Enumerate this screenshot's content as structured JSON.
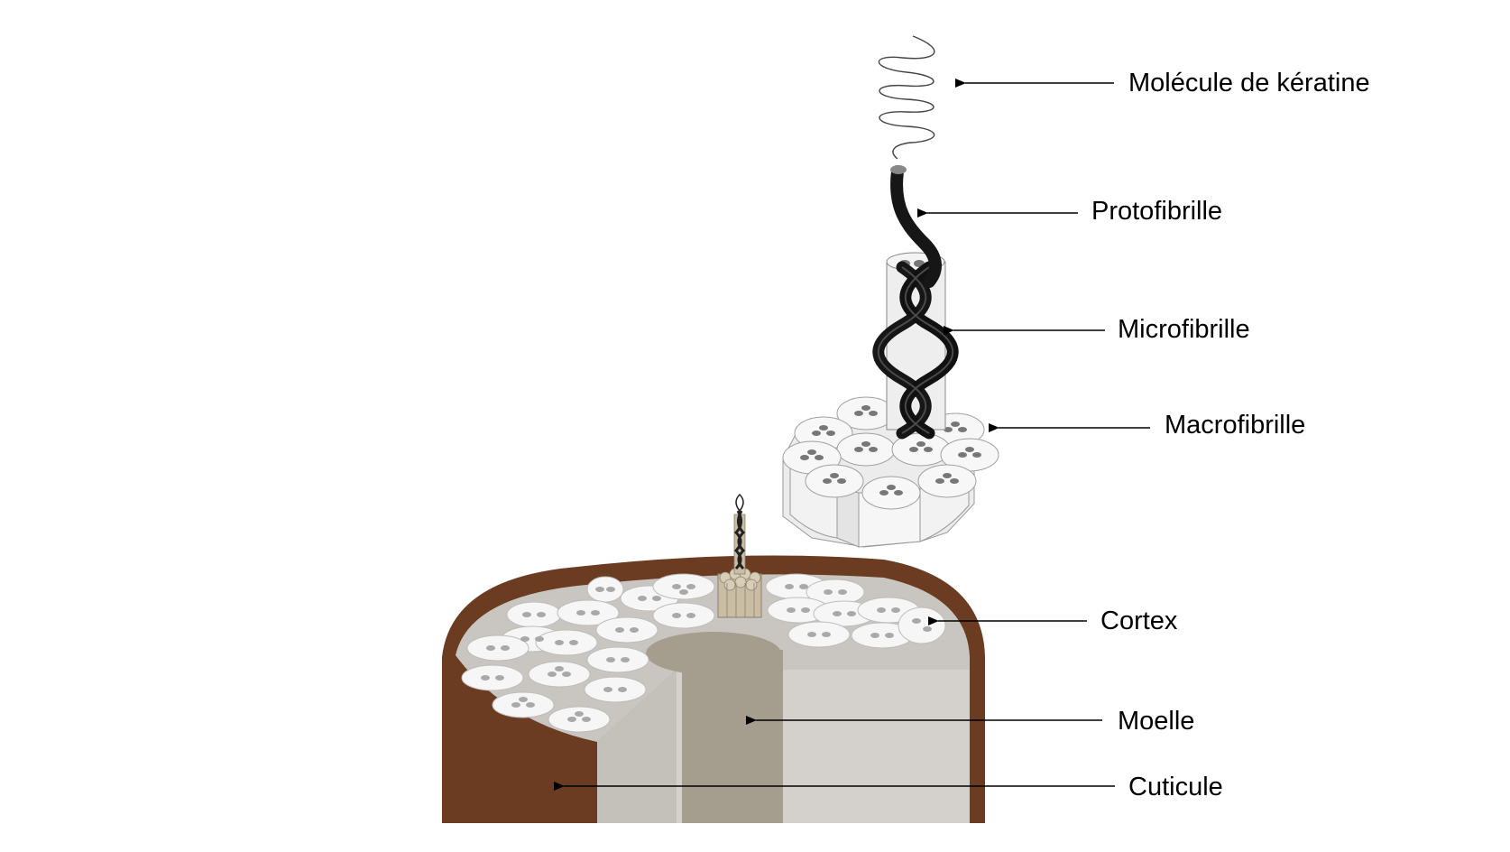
{
  "labels": {
    "keratin": "Molécule de kératine",
    "protofibril": "Protofibrille",
    "microfibril": "Microfibrille",
    "macrofibril": "Macrofibrille",
    "cortex": "Cortex",
    "medulla": "Moelle",
    "cuticle": "Cuticule"
  },
  "colors": {
    "cuticle": "#6b3b22",
    "cortex_top": "#c9c6c1",
    "cortex_side": "#d3d0cb",
    "medulla": "#a59d8e",
    "fibre_bundle": "#c9bda3",
    "cell": "#f6f6f6",
    "nucleus": "#8c8c8c",
    "protofibril": "#1a1a1a"
  }
}
